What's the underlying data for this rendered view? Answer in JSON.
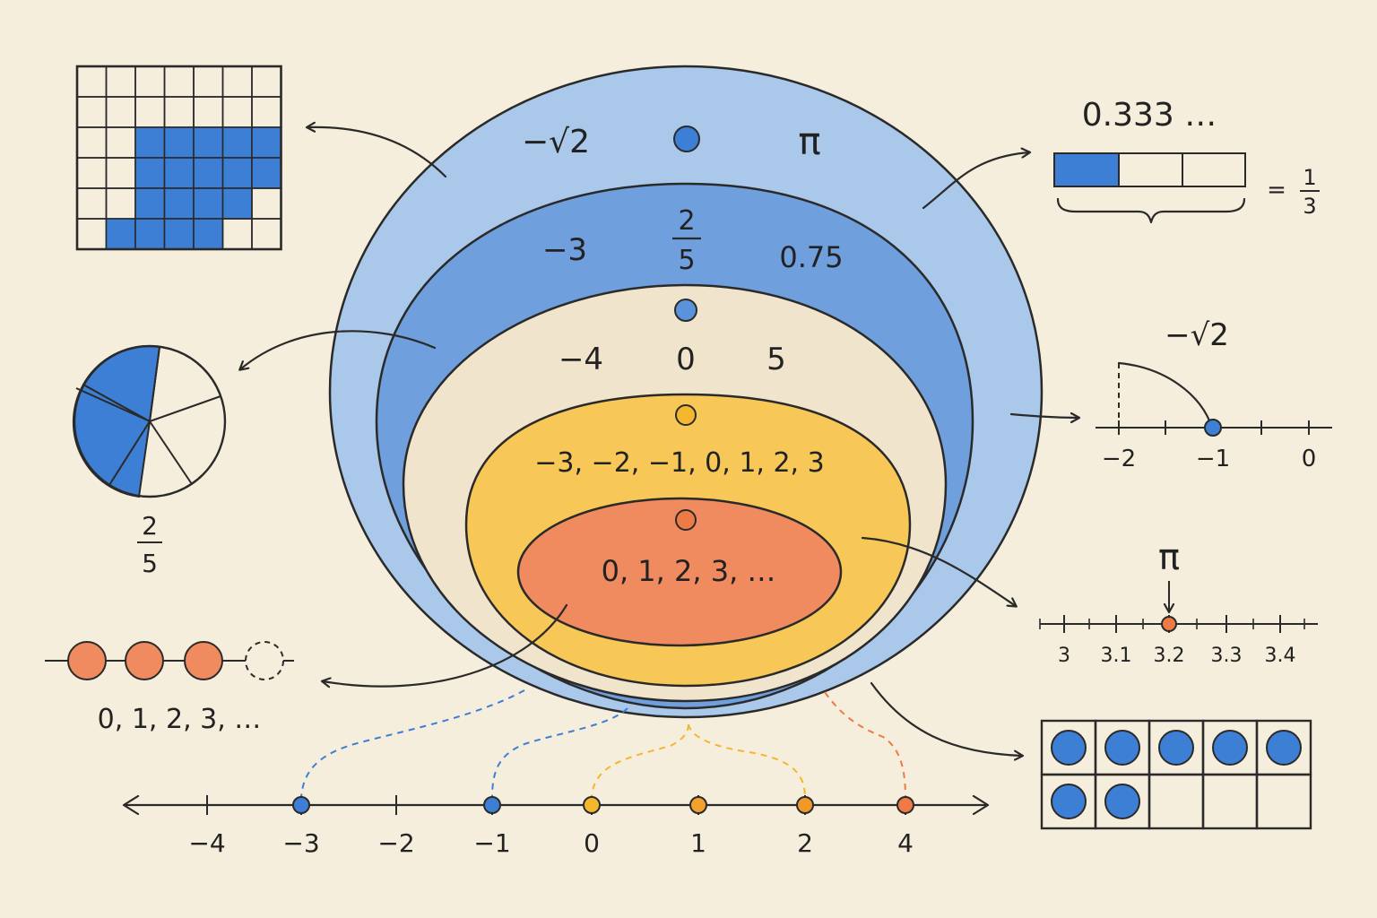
{
  "colors": {
    "background": "#f6eedc",
    "real": "#a9c8ea",
    "rational": "#6f9fdc",
    "integer_band": "#f0e4cc",
    "whole": "#f7c857",
    "natural": "#f08a5f",
    "blue_dot": "#3d7fd4",
    "yellow_dot": "#f3b62c",
    "orange_dot": "#ee7a45",
    "ink": "#2a2a2a"
  },
  "sets": {
    "real": {
      "left": "−√2",
      "right": "π"
    },
    "rational": {
      "left": "−3",
      "fraction_num": "2",
      "fraction_den": "5",
      "right": "0.75"
    },
    "integer": {
      "left": "−4",
      "center": "0",
      "right": "5"
    },
    "whole": {
      "list": "−3, −2, −1, 0, 1, 2, 3"
    },
    "natural": {
      "list": "0, 1, 2, 3, …"
    }
  },
  "side_examples": {
    "repeating_decimal": {
      "value": "0.333 …",
      "equals": "=",
      "num": "1",
      "den": "3"
    },
    "pie_fraction": {
      "num": "2",
      "den": "5"
    },
    "counting": {
      "label": "0, 1, 2, 3, …"
    },
    "sqrt_line": {
      "label": "−√2",
      "ticks": [
        "−2",
        "−1",
        "0"
      ]
    },
    "pi_line": {
      "label": "π",
      "ticks": [
        "3",
        "3.1",
        "3.2",
        "3.3",
        "3.4"
      ]
    },
    "ten_frame": {
      "filled": 7,
      "total": 10
    },
    "grid": {
      "rows": 6,
      "cols": 7
    }
  },
  "main_number_line": {
    "ticks": [
      "−4",
      "−3",
      "−2",
      "−1",
      "0",
      "1",
      "2",
      "4"
    ]
  }
}
